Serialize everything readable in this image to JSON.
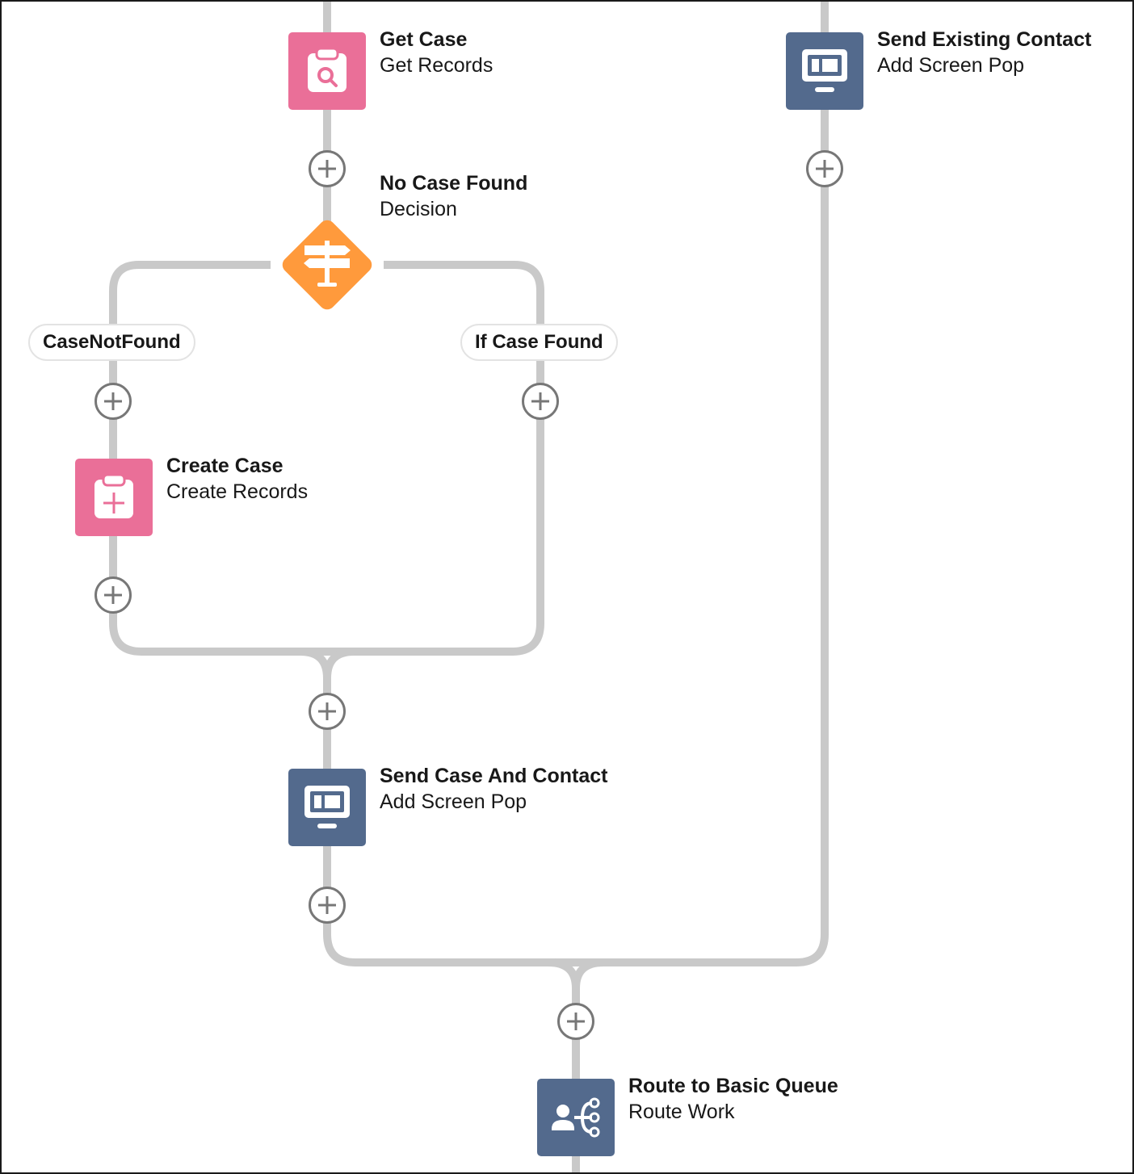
{
  "colors": {
    "connector": "#c9c9c9",
    "add_button_border": "#777777",
    "data_element": "#ea6f98",
    "screen_pop_element": "#536a8d",
    "decision_element": "#ff9a3c"
  },
  "nodes": {
    "get_case": {
      "title": "Get Case",
      "subtitle": "Get Records",
      "icon": "clipboard-search-icon"
    },
    "no_case_found": {
      "title": "No Case Found",
      "subtitle": "Decision",
      "icon": "signpost-icon"
    },
    "create_case": {
      "title": "Create Case",
      "subtitle": "Create Records",
      "icon": "clipboard-plus-icon"
    },
    "send_case_and_contact": {
      "title": "Send Case And Contact",
      "subtitle": "Add Screen Pop",
      "icon": "monitor-icon"
    },
    "send_existing_contact": {
      "title": "Send Existing Contact",
      "subtitle": "Add Screen Pop",
      "icon": "monitor-icon"
    },
    "route_to_basic_queue": {
      "title": "Route to Basic Queue",
      "subtitle": "Route Work",
      "icon": "route-work-icon"
    }
  },
  "outcomes": {
    "case_not_found": "CaseNotFound",
    "if_case_found": "If Case Found"
  }
}
